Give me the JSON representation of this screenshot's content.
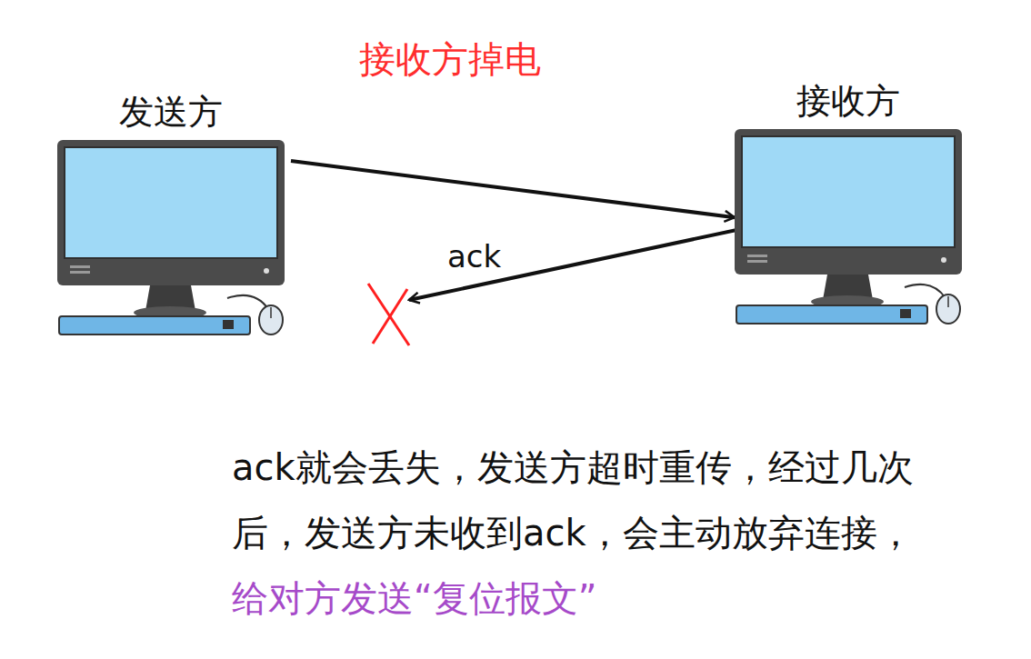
{
  "diagram": {
    "title": "接收方掉电",
    "nodes": [
      {
        "text": [
          "发送方"
        ]
      },
      {
        "text": [
          "接收方"
        ]
      }
    ],
    "edges": [
      {
        "from": 0,
        "to": 1,
        "arrow": "to"
      }
    ],
    "labels": [
      "ack",
      "ack就会丢失，发送方超时重传，经过几次后，发送方未收到ack，会主动放弃连接，",
      "给对方发送“复位报文”"
    ]
  }
}
